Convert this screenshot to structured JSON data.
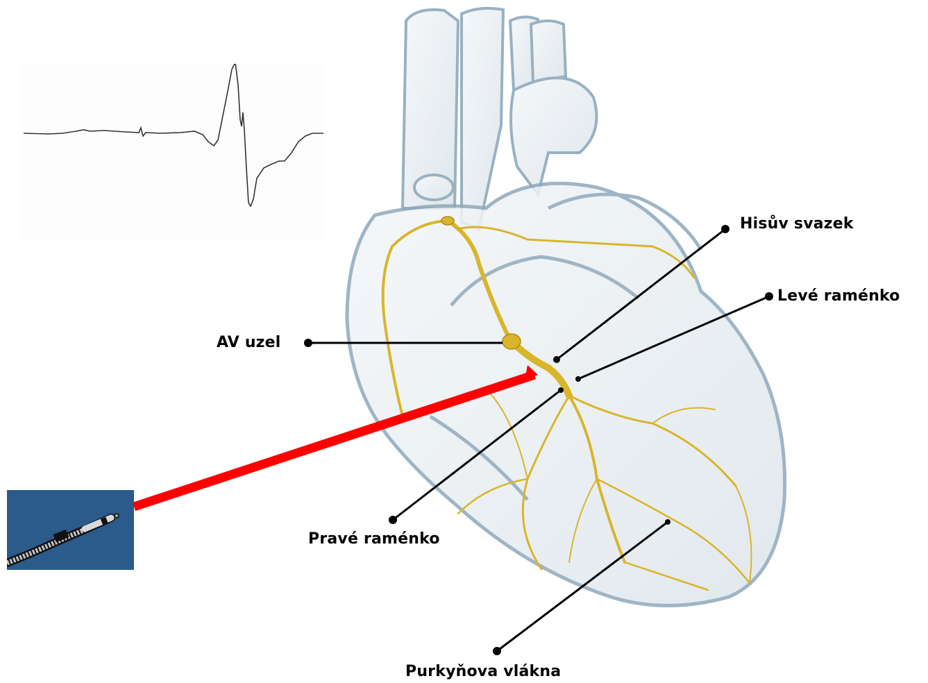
{
  "labels": {
    "his_bundle": "Hisův svazek",
    "left_branch": "Levé raménko",
    "av_node": "AV uzel",
    "right_branch": "Pravé raménko",
    "purkinje": "Purkyňova vlákna"
  },
  "colors": {
    "conduction": "#d9b52a",
    "conduction_dark": "#b08a10",
    "heart_outline": "#8fa9bb",
    "heart_fill": "#e9eef2",
    "pointer": "#ff0000",
    "leader": "#000000",
    "ecg_trace": "#333333",
    "catheter_bg": "#2a5b8a"
  },
  "icons": {
    "ecg": "ecg-trace-icon",
    "catheter": "catheter-icon"
  }
}
